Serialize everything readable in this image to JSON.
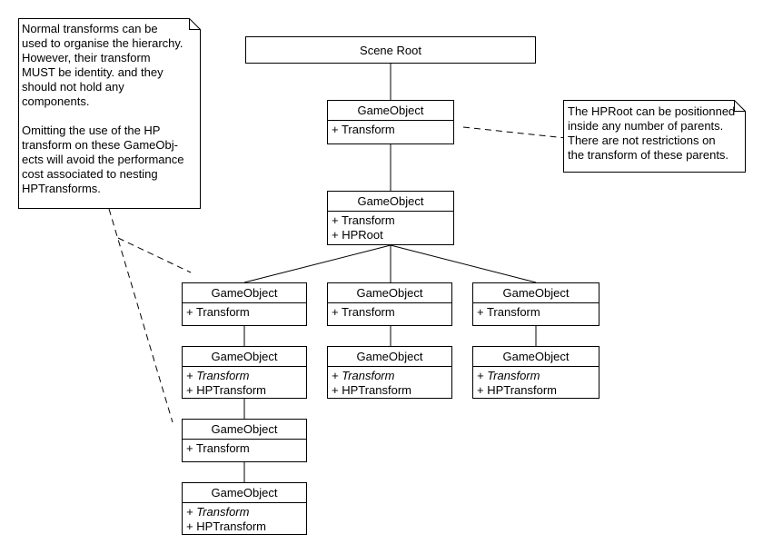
{
  "scene_root": "Scene Root",
  "nodes": {
    "go1": {
      "title": "GameObject",
      "attrs": [
        {
          "text": "+ Transform",
          "italic": false
        }
      ]
    },
    "go2": {
      "title": "GameObject",
      "attrs": [
        {
          "text": "+ Transform",
          "italic": false
        },
        {
          "text": "+ HPRoot",
          "italic": false
        }
      ]
    },
    "go_left_1": {
      "title": "GameObject",
      "attrs": [
        {
          "text": "+ Transform",
          "italic": false
        }
      ]
    },
    "go_mid_1": {
      "title": "GameObject",
      "attrs": [
        {
          "text": "+ Transform",
          "italic": false
        }
      ]
    },
    "go_right_1": {
      "title": "GameObject",
      "attrs": [
        {
          "text": "+ Transform",
          "italic": false
        }
      ]
    },
    "go_left_2": {
      "title": "GameObject",
      "attrs": [
        {
          "text": "+ Transform",
          "italic": true
        },
        {
          "text": "+ HPTransform",
          "italic": false
        }
      ]
    },
    "go_mid_2": {
      "title": "GameObject",
      "attrs": [
        {
          "text": "+ Transform",
          "italic": true
        },
        {
          "text": "+ HPTransform",
          "italic": false
        }
      ]
    },
    "go_right_2": {
      "title": "GameObject",
      "attrs": [
        {
          "text": "+ Transform",
          "italic": true
        },
        {
          "text": "+ HPTransform",
          "italic": false
        }
      ]
    },
    "go_left_3": {
      "title": "GameObject",
      "attrs": [
        {
          "text": "+ Transform",
          "italic": false
        }
      ]
    },
    "go_left_4": {
      "title": "GameObject",
      "attrs": [
        {
          "text": "+ Transform",
          "italic": true
        },
        {
          "text": "+ HPTransform",
          "italic": false
        }
      ]
    }
  },
  "notes": {
    "left": {
      "para1": [
        "Normal transforms can be",
        "used to organise the hierarchy.",
        "However, their transform",
        "MUST be identity. and they",
        "should not hold any",
        "components."
      ],
      "para2": [
        "Omitting the use of the HP",
        "transform on these GameObj-",
        "ects will avoid the performance",
        "cost associated to nesting",
        "HPTransforms."
      ]
    },
    "right": {
      "para1": [
        "The HPRoot can be positionned",
        "inside any number of parents.",
        "There are not restrictions on",
        "the transform of these parents."
      ]
    }
  }
}
